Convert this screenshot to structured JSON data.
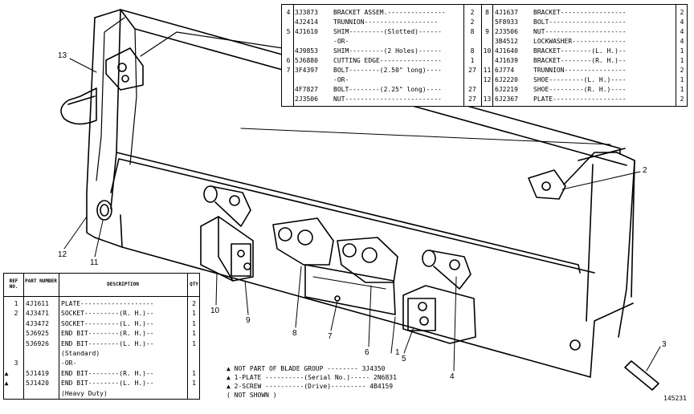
{
  "top_table": {
    "left_rows": [
      {
        "ref": "4",
        "part": "3J3873",
        "desc": "BRACKET ASSEM.---------------",
        "qty": "2"
      },
      {
        "ref": "",
        "part": "4J2414",
        "desc": "  TRUNNION-------------------",
        "qty": "2"
      },
      {
        "ref": "5",
        "part": "4J1610",
        "desc": "SHIM---------(Slotted)------",
        "qty": "8"
      },
      {
        "ref": "",
        "part": "",
        "desc": "            -OR-",
        "qty": ""
      },
      {
        "ref": "",
        "part": "4J9853",
        "desc": "SHIM---------(2 Holes)------",
        "qty": "8"
      },
      {
        "ref": "6",
        "part": "5J6880",
        "desc": "CUTTING EDGE----------------",
        "qty": "1"
      },
      {
        "ref": "7",
        "part": "3F4397",
        "desc": "BOLT--------(2.50\" long)----",
        "qty": "27"
      },
      {
        "ref": "",
        "part": "",
        "desc": "            -OR-",
        "qty": ""
      },
      {
        "ref": "",
        "part": "4F7827",
        "desc": "BOLT--------(2.25\" long)----",
        "qty": "27"
      },
      {
        "ref": "",
        "part": "2J3506",
        "desc": "NUT-------------------------",
        "qty": "27"
      }
    ],
    "right_rows": [
      {
        "ref": "8",
        "part": "4J1637",
        "desc": "BRACKET-----------------",
        "qty": "2"
      },
      {
        "ref": "",
        "part": "5F8933",
        "desc": "BOLT--------------------",
        "qty": "4"
      },
      {
        "ref": "9",
        "part": "2J3506",
        "desc": "NUT---------------------",
        "qty": "4"
      },
      {
        "ref": "",
        "part": "3B4512",
        "desc": "LOCKWASHER--------------",
        "qty": "4"
      },
      {
        "ref": "10",
        "part": "4J1640",
        "desc": "BRACKET--------(L. H.)--",
        "qty": "1"
      },
      {
        "ref": "",
        "part": "4J1639",
        "desc": "BRACKET--------(R. H.)--",
        "qty": "1"
      },
      {
        "ref": "11",
        "part": "6J774",
        "desc": "TRUNNION----------------",
        "qty": "2"
      },
      {
        "ref": "12",
        "part": "6J2220",
        "desc": "SHOE---------(L. H.)----",
        "qty": "1"
      },
      {
        "ref": "",
        "part": "6J2219",
        "desc": "SHOE---------(R. H.)----",
        "qty": "1"
      },
      {
        "ref": "13",
        "part": "6J2367",
        "desc": "PLATE-------------------",
        "qty": "2"
      }
    ]
  },
  "bottom_table": {
    "headers": {
      "ref": "REF NO.",
      "part": "PART NUMBER",
      "desc": "DESCRIPTION",
      "qty": "QTY"
    },
    "rows": [
      {
        "mark": "",
        "ref": "1",
        "part": "4J1611",
        "desc": "PLATE-------------------",
        "qty": "2"
      },
      {
        "mark": "",
        "ref": "2",
        "part": "4J3471",
        "desc": "SOCKET---------(R. H.)--",
        "qty": "1"
      },
      {
        "mark": "",
        "ref": "",
        "part": "4J3472",
        "desc": "SOCKET---------(L. H.)--",
        "qty": "1"
      },
      {
        "mark": "",
        "ref": "",
        "part": "5J6925",
        "desc": "END BIT--------(R. H.)--",
        "qty": "1"
      },
      {
        "mark": "",
        "ref": "",
        "part": "5J6926",
        "desc": "END BIT--------(L. H.)--",
        "qty": "1"
      },
      {
        "mark": "",
        "ref": "",
        "part": "",
        "desc": "        (Standard)",
        "qty": ""
      },
      {
        "mark": "",
        "ref": "3",
        "part": "",
        "desc": "           -OR-",
        "qty": ""
      },
      {
        "mark": "▲",
        "ref": "",
        "part": "5J1419",
        "desc": "END BIT--------(R. H.)--",
        "qty": "1"
      },
      {
        "mark": "▲",
        "ref": "",
        "part": "5J1420",
        "desc": "END BIT--------(L. H.)--",
        "qty": "1"
      },
      {
        "mark": "",
        "ref": "",
        "part": "",
        "desc": "        (Heavy Duty)",
        "qty": ""
      }
    ]
  },
  "notes": [
    "▲ NOT PART OF BLADE GROUP -------- 3J4350",
    "▲ 1-PLATE ----------(Serial No.)----- 2N6831",
    "▲ 2-SCREW ----------(Drive)--------- 4B4159",
    "        ( NOT SHOWN )"
  ],
  "callouts": [
    "1",
    "2",
    "3",
    "4",
    "5",
    "6",
    "7",
    "8",
    "9",
    "10",
    "11",
    "12",
    "13"
  ],
  "figure_number": "145231"
}
